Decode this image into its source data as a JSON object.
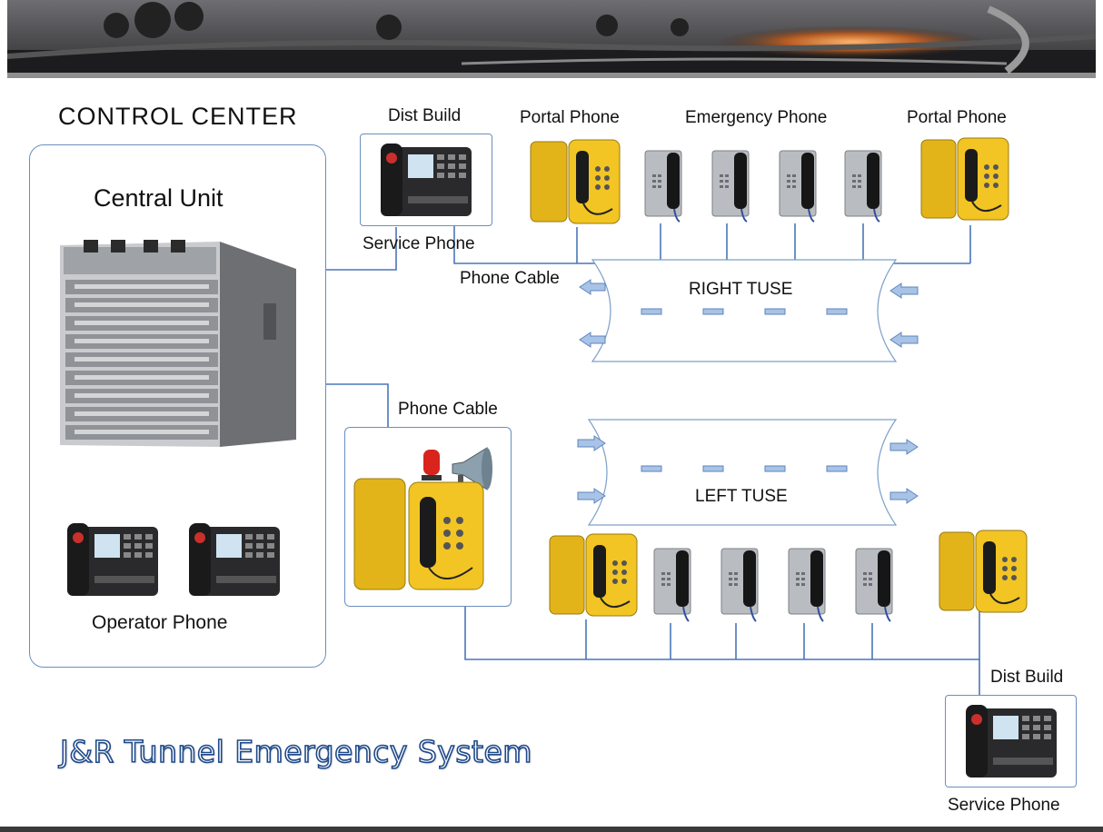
{
  "control_center": "CONTROL  CENTER",
  "central_unit": "Central Unit",
  "operator_phone": "Operator  Phone",
  "dist_build_top": "Dist Build",
  "service_phone_top": "Service Phone",
  "portal_phone_left": "Portal Phone",
  "emergency_phone": "Emergency Phone",
  "portal_phone_right": "Portal Phone",
  "phone_cable_top": "Phone Cable",
  "phone_cable_mid": "Phone Cable",
  "right_tunnel": "RIGHT  TUSE",
  "left_tunnel": "LEFT  TUSE",
  "dist_build_bottom": "Dist Build",
  "service_phone_bottom": "Service Phone",
  "system_title": "J&R Tunnel  Emergency  System",
  "icons": {
    "banner": "tunnel-road-photo",
    "central_unit": "server-chassis-icon",
    "desk_phone": "desk-phone-icon",
    "portal_phone": "yellow-portal-phone-icon",
    "emergency_phone": "stainless-emergency-phone-icon",
    "beacon": "beacon-light-icon",
    "horn": "horn-speaker-icon"
  }
}
